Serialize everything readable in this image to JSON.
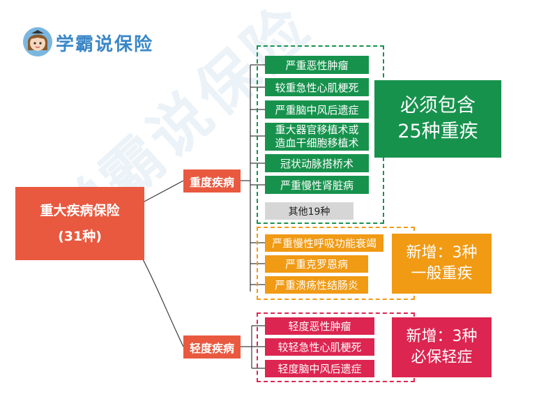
{
  "brand": {
    "name": "学霸说保险",
    "watermark": "学霸说保险"
  },
  "root": {
    "line1": "重大疾病保险",
    "line2": "(31种)"
  },
  "categories": {
    "major": "重度疾病",
    "mild": "轻度疾病"
  },
  "major_items": [
    "严重恶性肿瘤",
    "较重急性心肌梗死",
    "严重脑中风后遗症",
    "重大器官移植术或造血干细胞移植术",
    "冠状动脉搭桥术",
    "严重慢性肾脏病"
  ],
  "major_other": "其他19种",
  "new_general": [
    "严重慢性呼吸功能衰竭",
    "严重克罗恩病",
    "严重溃疡性结肠炎"
  ],
  "mild_items": [
    "轻度恶性肿瘤",
    "较轻急性心肌梗死",
    "轻度脑中风后遗症"
  ],
  "callouts": {
    "green": {
      "line1": "必须包含",
      "line2": "25种重疾"
    },
    "orange": {
      "line1": "新增：3种",
      "line2": "一般重疾"
    },
    "pink": {
      "line1": "新增：3种",
      "line2": "必保轻症"
    }
  },
  "colors": {
    "root": "#e8593f",
    "green": "#17924d",
    "orange": "#f19a14",
    "pink": "#dc2550",
    "brand": "#3a87c8"
  }
}
